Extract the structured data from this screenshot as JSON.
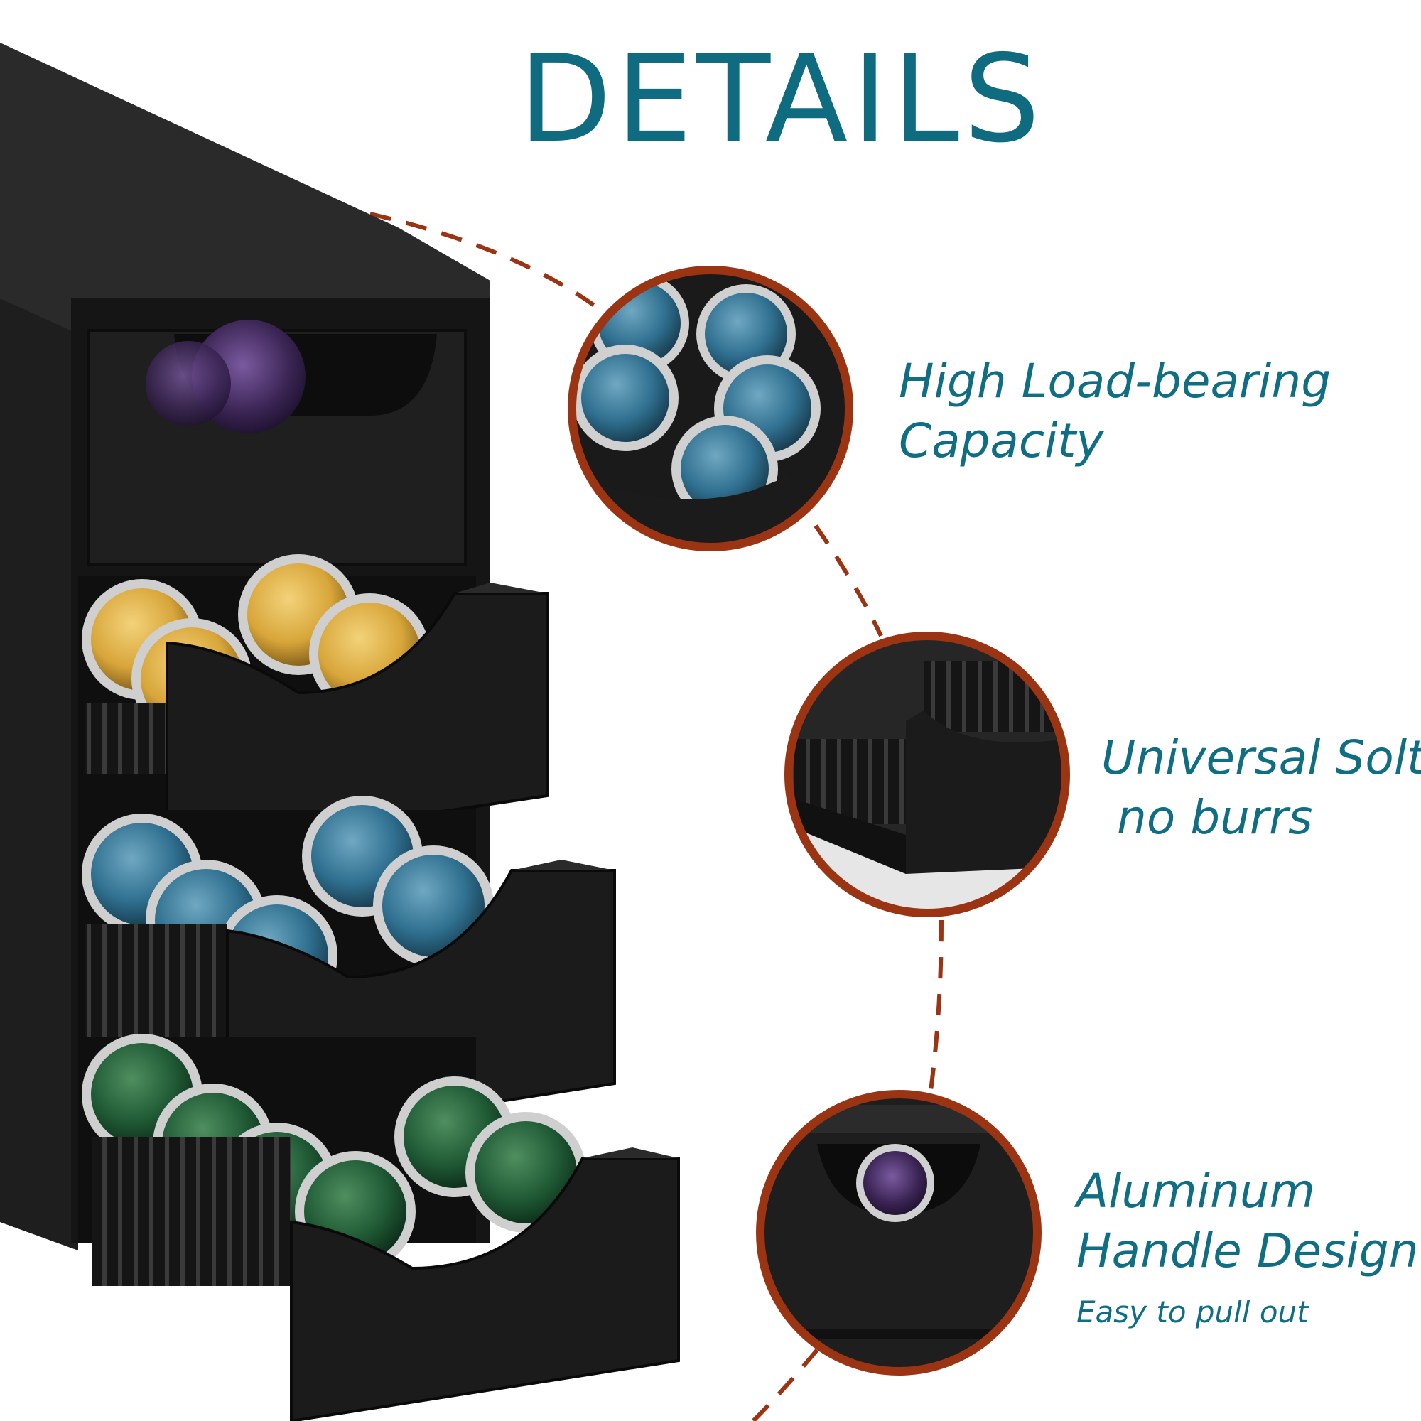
{
  "page": {
    "title": "DETAILS"
  },
  "features": [
    {
      "lines": [
        "High Load-bearing",
        "Capacity"
      ],
      "sub": ""
    },
    {
      "lines": [
        "Universal Solts",
        "no burrs"
      ],
      "sub": ""
    },
    {
      "lines": [
        "Aluminum",
        "Handle Design"
      ],
      "sub": "Easy to pull out"
    }
  ],
  "colors": {
    "accent": "#0e6b80",
    "ring": "#9a3412",
    "dash": "#9a3412",
    "cabinet": "#1c1c1c",
    "pod_gold": "#d8a63a",
    "pod_blue": "#2f6f8f",
    "pod_green": "#1f5a35",
    "pod_purple": "#3a2453"
  }
}
